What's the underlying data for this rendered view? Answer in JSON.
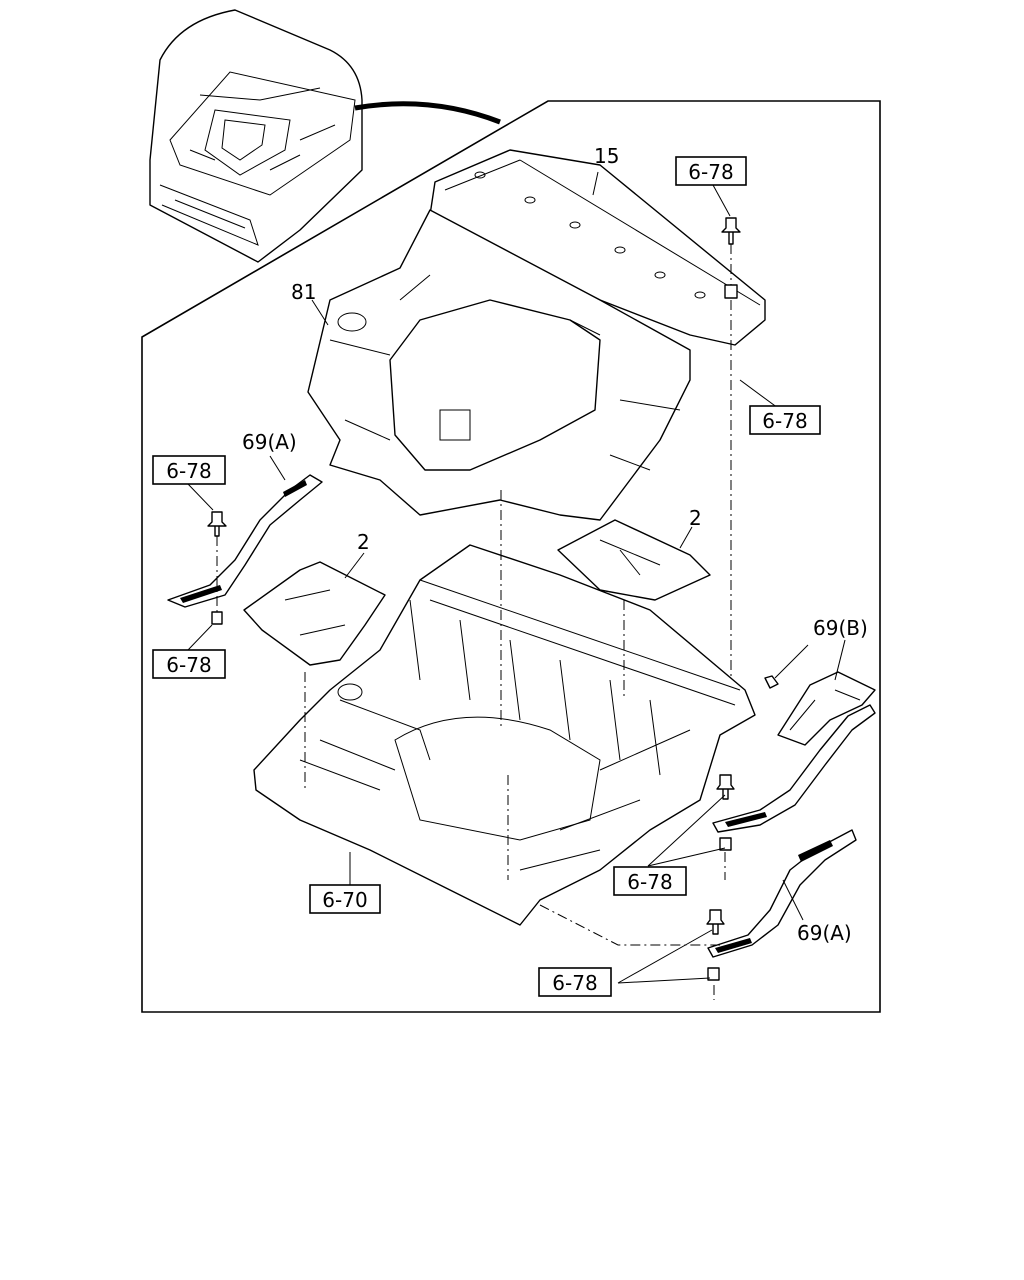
{
  "labels": {
    "part_15": "15",
    "part_81": "81",
    "part_2_left": "2",
    "part_2_right": "2",
    "part_69a_left": "69(A)",
    "part_69b": "69(B)",
    "part_69a_right": "69(A)"
  },
  "refs": {
    "top_right_upper": "6-78",
    "top_right_lower": "6-78",
    "left_upper": "6-78",
    "left_lower": "6-78",
    "floor": "6-70",
    "right_middle": "6-78",
    "bottom": "6-78"
  }
}
